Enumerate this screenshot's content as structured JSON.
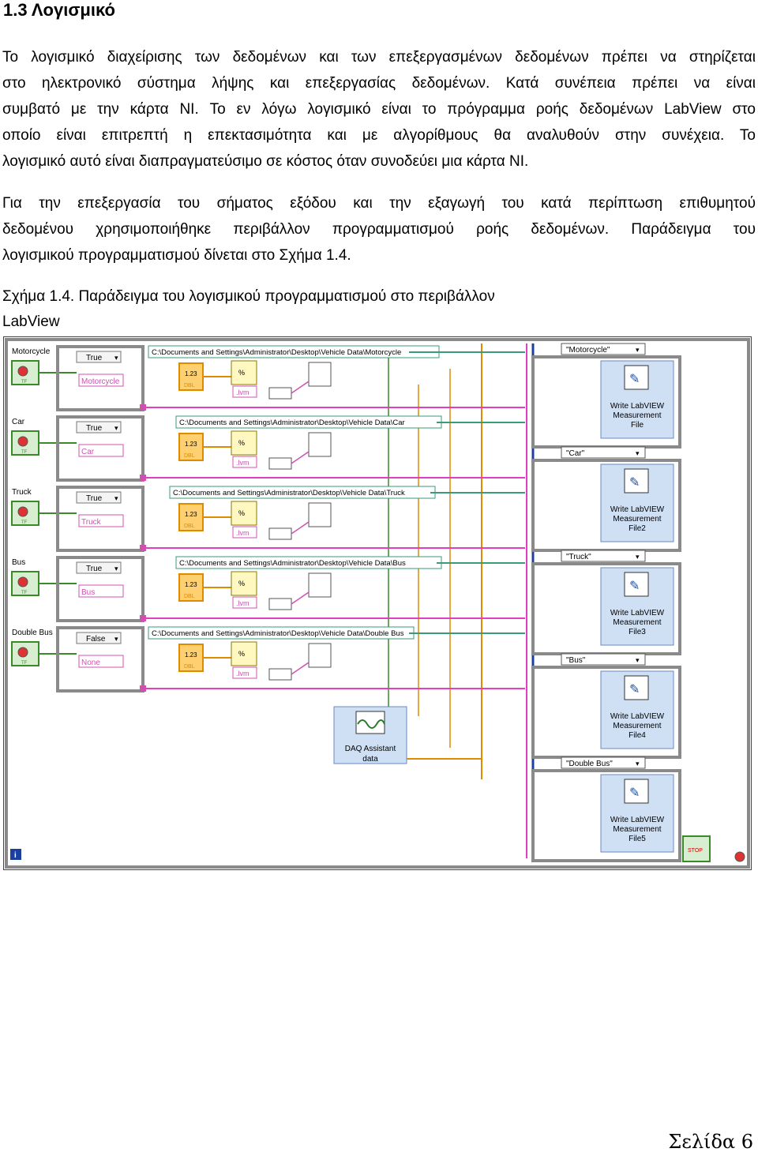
{
  "section": {
    "heading": "1.3 Λογισμικό"
  },
  "paragraphs": [
    {
      "lines": [
        "Το λογισμικό διαχείρισης των δεδομένων και των επεξεργασμένων δεδομένων πρέπει να στηρίζεται",
        "στο ηλεκτρονικό σύστημα λήψης και επεξεργασίας δεδομένων. Κατά συνέπεια πρέπει να είναι",
        "συμβατό με την κάρτα NI. Το εν λόγω λογισμικό είναι το πρόγραμμα ροής δεδομένων LabView στο",
        "οποίο είναι επιτρεπτή η επεκτασιμότητα και με αλγορίθμους θα αναλυθούν στην συνέχεια. Το",
        "λογισμικό αυτό είναι διαπραγματεύσιμο σε κόστος όταν συνοδεύει μια κάρτα NI."
      ]
    },
    {
      "lines": [
        "Για την επεξεργασία του σήματος εξόδου και την εξαγωγή του κατά περίπτωση επιθυμητού",
        "δεδομένου χρησιμοποιήθηκε περιβάλλον προγραμματισμού ροής δεδομένων. Παράδειγμα του",
        "λογισμικού προγραμματισμού δίνεται στο Σχήμα 1.4."
      ]
    }
  ],
  "figure": {
    "caption_line1": "Σχήμα 1.4. Παράδειγμα του λογισμικού προγραμματισμού στο περιβάλλον",
    "caption_line2": "LabView",
    "rows": [
      {
        "control": "Motorcycle",
        "case": "True",
        "string": "Motorcycle",
        "path": "C:\\Documents and Settings\\Administrator\\Desktop\\Vehicle Data\\Motorcycle"
      },
      {
        "control": "Car",
        "case": "True",
        "string": "Car",
        "path": "C:\\Documents and Settings\\Administrator\\Desktop\\Vehicle Data\\Car"
      },
      {
        "control": "Truck",
        "case": "True",
        "string": "Truck",
        "path": "C:\\Documents and Settings\\Administrator\\Desktop\\Vehicle Data\\Truck"
      },
      {
        "control": "Bus",
        "case": "True",
        "string": "Bus",
        "path": "C:\\Documents and Settings\\Administrator\\Desktop\\Vehicle Data\\Bus"
      },
      {
        "control": "Double Bus",
        "case": "False",
        "string": "None",
        "path": "C:\\Documents and Settings\\Administrator\\Desktop\\Vehicle Data\\Double Bus"
      }
    ],
    "selectors": [
      "\"Motorcycle\"",
      "\"Car\"",
      "\"Truck\"",
      "\"Bus\"",
      "\"Double Bus\""
    ],
    "writers": [
      [
        "Write LabVIEW",
        "Measurement",
        "File"
      ],
      [
        "Write LabVIEW",
        "Measurement",
        "File2"
      ],
      [
        "Write LabVIEW",
        "Measurement",
        "File3"
      ],
      [
        "Write LabVIEW",
        "Measurement",
        "File4"
      ],
      [
        "Write LabVIEW",
        "Measurement",
        "File5"
      ]
    ],
    "daq": {
      "title": "DAQ Assistant",
      "output": "data"
    },
    "const_num": "1.23",
    "const_type": "DBL",
    "format_str": "%",
    "ext": ".lvm",
    "bool_label": "TF",
    "stop": "STOP",
    "info": "i"
  },
  "footer": {
    "page": "Σελίδα 6"
  },
  "colors": {
    "wire_blue": "#1f3fa0",
    "wire_pink": "#e040c0",
    "wire_orange": "#e08a00",
    "wire_green": "#3a8a2a",
    "string_pink": "#d050b0",
    "node_blue": "#cfe0f5",
    "frame_gray": "#8a8a8a"
  }
}
